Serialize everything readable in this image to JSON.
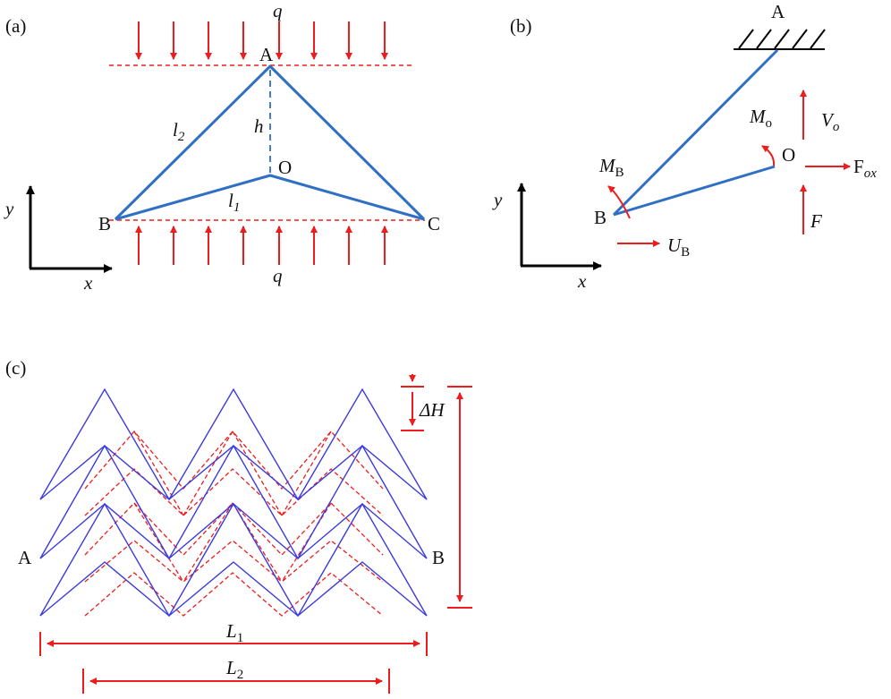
{
  "colors": {
    "structure": "#2f6fc4",
    "lattice": "#3a3ae0",
    "force": "#ee1c1c",
    "text": "#111111"
  },
  "panel_a": {
    "tag": "(a)",
    "load_top": "q",
    "load_bottom": "q",
    "node_A": "A",
    "node_B": "B",
    "node_C": "C",
    "node_O": "O",
    "height": "h",
    "l2_main": "l",
    "l2_sub": "2",
    "l1_main": "l",
    "l1_sub": "1",
    "axis_x": "x",
    "axis_y": "y"
  },
  "panel_b": {
    "tag": "(b)",
    "node_A": "A",
    "node_B": "B",
    "node_O": "O",
    "MB_main": "M",
    "MB_sub": "B",
    "Mo_main": "M",
    "Mo_sub": "o",
    "Vo_main": "V",
    "Vo_sub": "o",
    "Fox_main": "F",
    "Fox_sub": "ox",
    "F": "F",
    "UB_main": "U",
    "UB_sub": "B",
    "axis_x": "x",
    "axis_y": "y"
  },
  "panel_c": {
    "tag": "(c)",
    "end_A": "A",
    "end_B": "B",
    "deltaH": "ΔH",
    "L1_main": "L",
    "L1_sub": "1",
    "L2_main": "L",
    "L2_sub": "2"
  }
}
